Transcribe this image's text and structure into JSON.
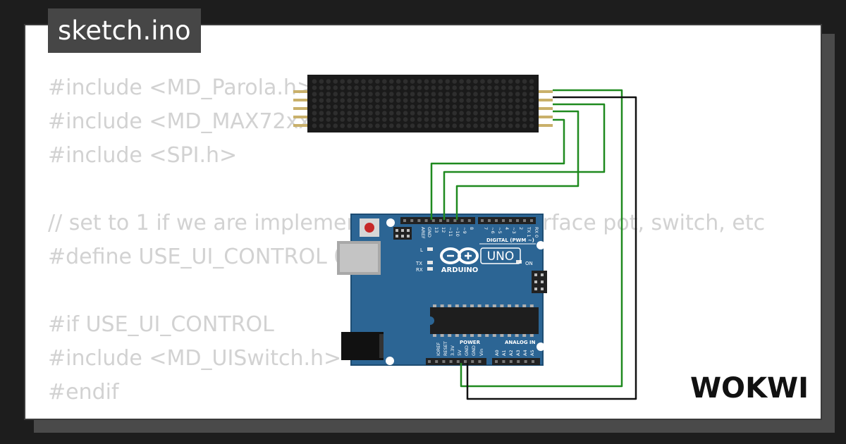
{
  "editor": {
    "filename": "sketch.ino",
    "code_lines": [
      "#include <MD_Parola.h>",
      "#include <MD_MAX72xx.h>",
      "#include <SPI.h>",
      "",
      "// set to 1 if we are implementing the user interface pot, switch, etc",
      "#define USE_UI_CONTROL 0",
      "",
      "#if USE_UI_CONTROL",
      "#include <MD_UISwitch.h>",
      "#endif"
    ]
  },
  "brand": {
    "logo_text": "WOKWI"
  },
  "board": {
    "name": "UNO",
    "maker": "ARDUINO",
    "header_digital": "DIGITAL (PWM ~)",
    "header_power": "POWER",
    "header_analog": "ANALOG IN",
    "led_l": "L",
    "led_tx": "TX",
    "led_rx": "RX",
    "led_on": "ON",
    "top_pin_labels": [
      "AREF",
      "GND",
      "13",
      "12",
      "~11",
      "~10",
      "~9",
      "8",
      "7",
      "~6",
      "~5",
      "4",
      "~3",
      "2",
      "TX 1",
      "RX 0"
    ],
    "bottom_pin_labels": [
      "IOREF",
      "RESET",
      "3.3V",
      "5V",
      "GND",
      "GND",
      "Vin",
      "A0",
      "A1",
      "A2",
      "A3",
      "A4",
      "A5"
    ]
  },
  "colors": {
    "background": "#1d1d1d",
    "card": "#ffffff",
    "tab": "#464646",
    "code_text": "#d2d2d2",
    "board_blue": "#2c6594",
    "wire_green": "#1f8a1f",
    "wire_black": "#111111",
    "matrix_bg": "#1a1a1a"
  }
}
